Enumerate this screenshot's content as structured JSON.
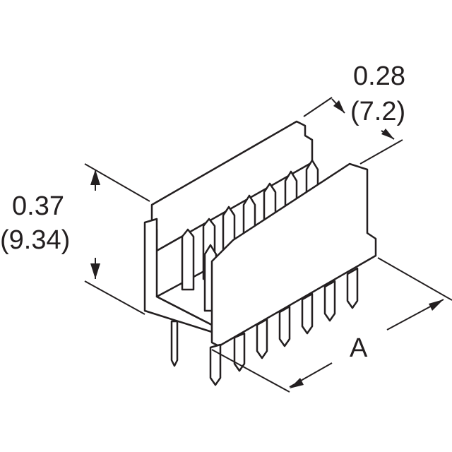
{
  "dimensions": {
    "depth_in": "0.28",
    "depth_mm": "(7.2)",
    "height_in": "0.37",
    "height_mm": "(9.34)",
    "length_label": "A"
  }
}
